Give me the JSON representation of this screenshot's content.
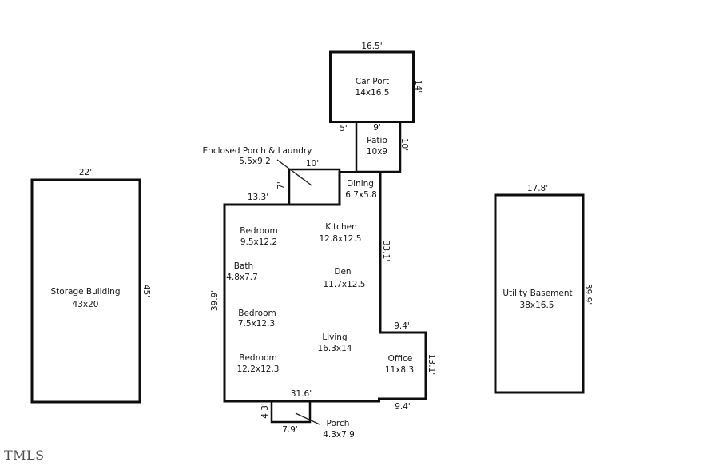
{
  "watermark": "TMLS",
  "car_port": {
    "name": "Car Port",
    "size": "14x16.5",
    "dim_width": "16.5'",
    "dim_height": "14'"
  },
  "patio": {
    "name": "Patio",
    "size": "10x9",
    "dim_offset": "5'",
    "dim_width": "9'",
    "dim_height": "10'"
  },
  "enclosed_porch": {
    "name": "Enclosed Porch & Laundry",
    "size": "5.5x9.2",
    "dim_width": "10'",
    "dim_height": "7'"
  },
  "dining": {
    "name": "Dining",
    "size": "6.7x5.8"
  },
  "main_house": {
    "dim_top": "13.3'",
    "dim_left": "39.9'",
    "dim_right_upper": "33.1'",
    "dim_step_upper": "9.4'",
    "dim_right_lower": "13.1'",
    "dim_bottom": "31.6'",
    "dim_step_lower": "9.4'",
    "rooms": {
      "bedroom1": {
        "name": "Bedroom",
        "size": "9.5x12.2"
      },
      "kitchen": {
        "name": "Kitchen",
        "size": "12.8x12.5"
      },
      "bath": {
        "name": "Bath",
        "size": "4.8x7.7"
      },
      "den": {
        "name": "Den",
        "size": "11.7x12.5"
      },
      "bedroom2": {
        "name": "Bedroom",
        "size": "7.5x12.3"
      },
      "living": {
        "name": "Living",
        "size": "16.3x14"
      },
      "bedroom3": {
        "name": "Bedroom",
        "size": "12.2x12.3"
      },
      "office": {
        "name": "Office",
        "size": "11x8.3"
      }
    }
  },
  "porch": {
    "name": "Porch",
    "size": "4.3x7.9",
    "dim_height": "4.3'",
    "dim_width": "7.9'"
  },
  "storage_building": {
    "name": "Storage Building",
    "size": "43x20",
    "dim_width": "22'",
    "dim_height": "45'"
  },
  "utility_basement": {
    "name": "Utility Basement",
    "size": "38x16.5",
    "dim_width": "17.8'",
    "dim_height": "39.9'"
  },
  "colors": {
    "wall": "#0d0d0d",
    "text": "#141414",
    "watermark": "#4d4d4d",
    "background": "#ffffff"
  }
}
